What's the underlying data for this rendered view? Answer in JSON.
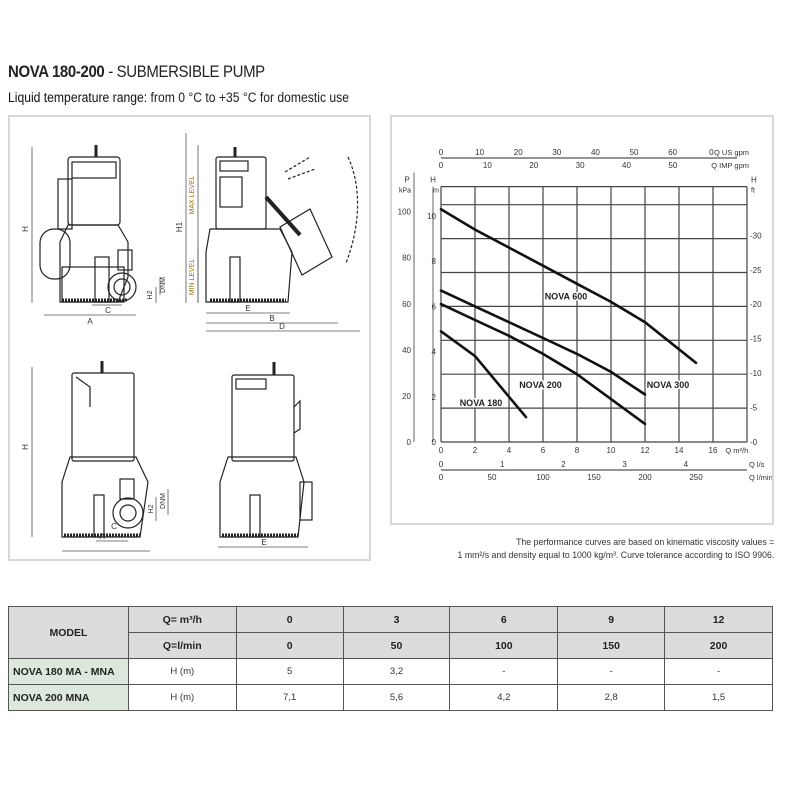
{
  "header": {
    "title_bold": "NOVA 180-200",
    "title_rest": " - SUBMERSIBLE PUMP",
    "subtitle_label": "Liquid temperature range:",
    "subtitle_value": " from 0 °C to +35 °C for domestic use"
  },
  "drawings": {
    "labels": {
      "H": "H",
      "H1": "H1",
      "H2": "H2",
      "A": "A",
      "B": "B",
      "C": "C",
      "D": "D",
      "E": "E",
      "DNM": "DNM",
      "max_level": "MAX LEVEL",
      "min_level": "MIN LEVEL"
    }
  },
  "chart_data": {
    "type": "line",
    "title": "",
    "xlabel": "Q m³/h",
    "ylabel": "H m",
    "xlim": [
      0,
      18
    ],
    "ylim": [
      0,
      10.5
    ],
    "grid": true,
    "x_ticks": [
      0,
      2,
      4,
      6,
      8,
      10,
      12,
      14,
      16
    ],
    "y_ticks_m": [
      0,
      2,
      4,
      6,
      8,
      10
    ],
    "y_ticks_kpa": [
      0,
      20,
      40,
      60,
      80,
      100
    ],
    "y_ticks_ft": [
      0,
      5,
      10,
      15,
      20,
      25,
      30
    ],
    "top_axis_us_gpm": [
      0,
      10,
      20,
      30,
      40,
      50,
      60,
      0
    ],
    "top_axis_imp_gpm": [
      0,
      10,
      20,
      30,
      40,
      50
    ],
    "bottom_axis_ls": [
      0,
      1,
      2,
      3,
      4
    ],
    "bottom_axis_lmin": [
      0,
      50,
      100,
      150,
      200,
      250
    ],
    "axis_labels": {
      "top_us": "Q US gpm",
      "top_imp": "Q IMP gpm",
      "left_p": "P",
      "left_kpa": "kPa",
      "left_h": "H",
      "left_m": "m",
      "right_h": "H",
      "right_ft": "ft",
      "bottom_m3h": "Q m³/h",
      "bottom_ls": "Q l/s",
      "bottom_lmin": "Q l/min"
    },
    "series": [
      {
        "name": "NOVA 180",
        "x": [
          0,
          2,
          4,
          5
        ],
        "y": [
          4.9,
          3.8,
          2.0,
          1.1
        ]
      },
      {
        "name": "NOVA 200",
        "x": [
          0,
          2,
          4,
          6,
          8,
          10,
          12
        ],
        "y": [
          6.1,
          5.4,
          4.7,
          3.9,
          3.0,
          1.9,
          0.8
        ]
      },
      {
        "name": "NOVA 300",
        "x": [
          0,
          2,
          4,
          6,
          8,
          10,
          12
        ],
        "y": [
          6.7,
          6.0,
          5.3,
          4.6,
          3.9,
          3.1,
          2.1
        ]
      },
      {
        "name": "NOVA 600",
        "x": [
          0,
          2,
          4,
          6,
          8,
          10,
          12,
          14,
          15
        ],
        "y": [
          10.3,
          9.4,
          8.6,
          7.8,
          7.0,
          6.2,
          5.3,
          4.1,
          3.5
        ]
      }
    ]
  },
  "note": {
    "line1": "The performance curves are based on kinematic viscosity values =",
    "line2": "1 mm²/s and density equal to 1000 kg/m³. Curve tolerance according to ISO 9906."
  },
  "table": {
    "model_header": "MODEL",
    "q_m3h_label": "Q= m³/h",
    "q_lmin_label": "Q=l/min",
    "q_m3h": [
      "0",
      "3",
      "6",
      "9",
      "12"
    ],
    "q_lmin": [
      "0",
      "50",
      "100",
      "150",
      "200"
    ],
    "rows": [
      {
        "model": "NOVA 180 MA - MNA",
        "unit": "H (m)",
        "values": [
          "5",
          "3,2",
          "-",
          "-",
          "-"
        ]
      },
      {
        "model": "NOVA 200 MNA",
        "unit": "H (m)",
        "values": [
          "7,1",
          "5,6",
          "4,2",
          "2,8",
          "1,5"
        ]
      }
    ]
  }
}
